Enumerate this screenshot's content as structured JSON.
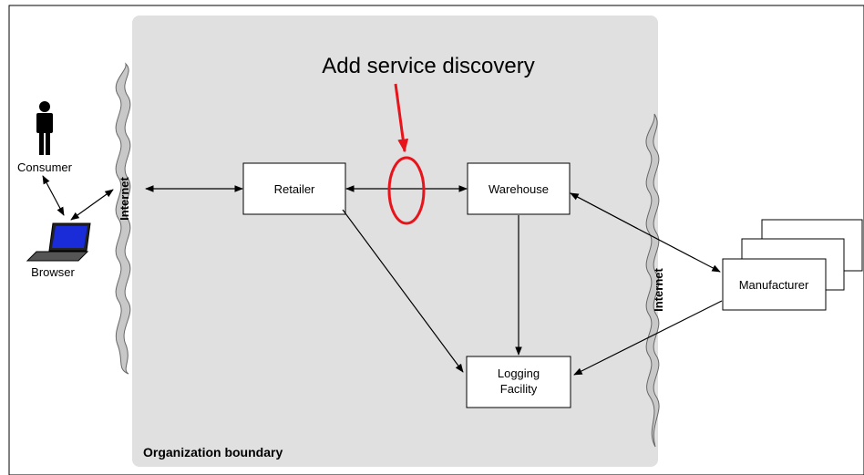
{
  "callout": {
    "text": "Add service discovery",
    "color": "#e8141c"
  },
  "boundary": {
    "label": "Organization boundary",
    "fill": "#e0e0e0"
  },
  "clouds": {
    "left_label": "Internet",
    "right_label": "Internet",
    "fill": "#c8c8c8"
  },
  "actors": {
    "consumer_label": "Consumer",
    "browser_label": "Browser"
  },
  "nodes": {
    "retailer": "Retailer",
    "warehouse": "Warehouse",
    "logging_line1": "Logging",
    "logging_line2": "Facility",
    "manufacturer": "Manufacturer"
  },
  "colors": {
    "laptop_screen": "#1a2bd8"
  },
  "icons": [
    "person-icon",
    "laptop-icon",
    "cloud-icon",
    "arrow-icon"
  ]
}
